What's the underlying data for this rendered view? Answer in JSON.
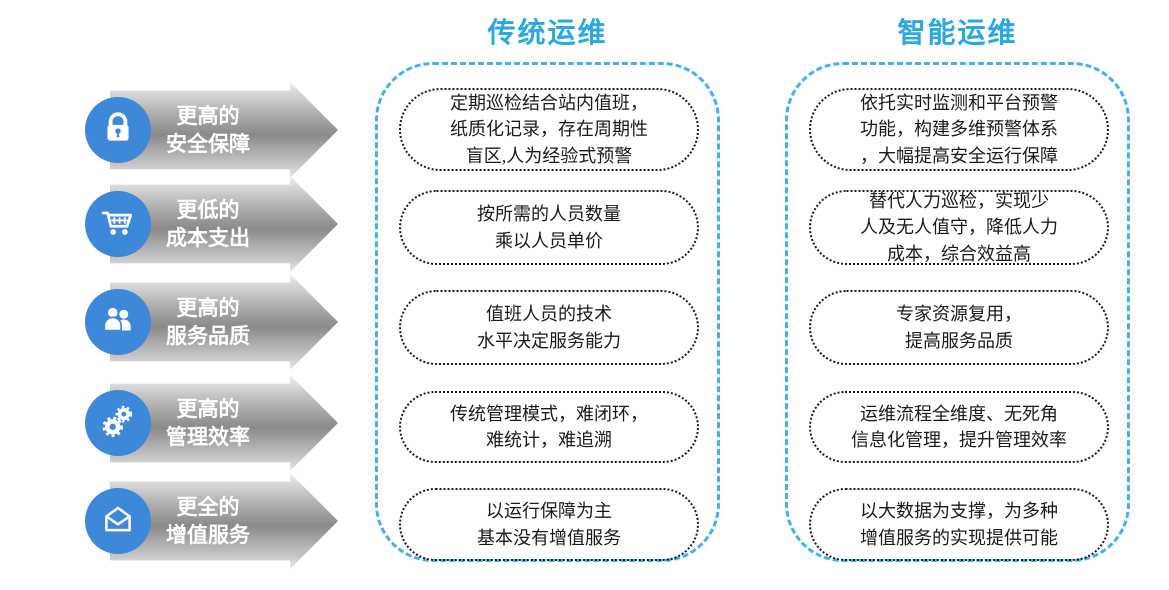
{
  "traditional": {
    "title": "传统运维",
    "boxes": [
      "定期巡检结合站内值班，\n纸质化记录，存在周期性\n盲区,人为经验式预警",
      "按所需的人员数量\n乘以人员单价",
      "值班人员的技术\n水平决定服务能力",
      "传统管理模式，难闭环，\n难统计，难追溯",
      "以运行保障为主\n基本没有增值服务"
    ]
  },
  "intelligent": {
    "title": "智能运维",
    "boxes": [
      "依托实时监测和平台预警\n功能，构建多维预警体系\n，大幅提高安全运行保障",
      "替代人力巡检，实现少\n人及无人值守，降低人力\n成本，综合效益高",
      "专家资源复用，\n提高服务品质",
      "运维流程全维度、无死角\n信息化管理，提升管理效率",
      "以大数据为支撑，为多种\n增值服务的实现提供可能"
    ]
  },
  "categories": [
    {
      "label": "更高的\n安全保障",
      "icon": "lock-icon"
    },
    {
      "label": "更低的\n成本支出",
      "icon": "cart-icon"
    },
    {
      "label": "更高的\n服务品质",
      "icon": "people-icon"
    },
    {
      "label": "更高的\n管理效率",
      "icon": "gears-icon"
    },
    {
      "label": "更全的\n增值服务",
      "icon": "envelope-icon"
    }
  ],
  "colors": {
    "header_blue": "#29A8E1",
    "panel_border": "#3FB3EA",
    "icon_circle": "#3E88DA",
    "arrow_text": "#FFFFFF",
    "box_border": "#1A1A1A",
    "box_text": "#1A1A1A"
  }
}
